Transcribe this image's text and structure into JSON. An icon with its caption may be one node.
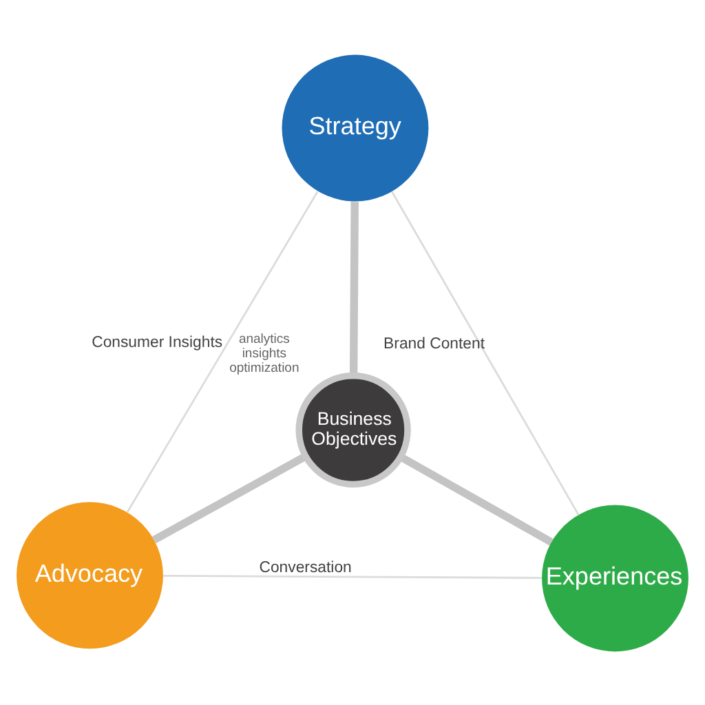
{
  "diagram": {
    "nodes": [
      {
        "text": [
          "Strategy"
        ]
      },
      {
        "text": [
          "Business Objectives"
        ],
        "beside": [
          "analytics",
          "insights",
          "optimization"
        ]
      },
      {
        "text": [
          "Advocacy"
        ]
      },
      {
        "text": [
          "Experiences"
        ]
      }
    ],
    "edges": [
      {
        "from": 1,
        "to": 0,
        "arrow": "none",
        "style": "thick",
        "color": "#c4c4c4"
      },
      {
        "from": 1,
        "to": 2,
        "arrow": "none",
        "style": "thick",
        "color": "#c4c4c4"
      },
      {
        "from": 1,
        "to": 3,
        "arrow": "none",
        "style": "thick",
        "color": "#c4c4c4"
      },
      {
        "from": 2,
        "to": 0,
        "arrow": "none",
        "label": "Consumer Insights",
        "color": "#dcdcdc"
      },
      {
        "from": 0,
        "to": 3,
        "arrow": "none",
        "label": "Brand Content",
        "color": "#dcdcdc"
      },
      {
        "from": 2,
        "to": 3,
        "arrow": "none",
        "label": "Conversation",
        "color": "#dcdcdc"
      }
    ]
  }
}
